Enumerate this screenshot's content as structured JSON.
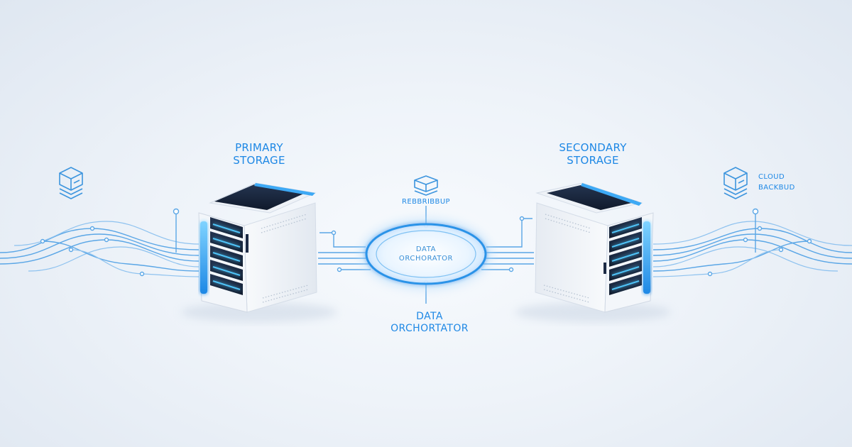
{
  "nodes": {
    "primary_storage": {
      "line1": "PRIMARY",
      "line2": "STORAGE"
    },
    "secondary_storage": {
      "line1": "SECONDARY",
      "line2": "STORAGE"
    },
    "orchestrator_ring": {
      "line1": "DATA",
      "line2": "ORCHORATOR"
    },
    "orchestrator_caption": {
      "line1": "DATA",
      "line2": "ORCHORTATOR"
    },
    "replication_label": "REBBRIBBUP",
    "cloud_backup": {
      "line1": "CLOUD",
      "line2": "BACKBUD"
    }
  },
  "icons": {
    "left_box": "box-stack-icon",
    "center_box": "box-stack-icon",
    "right_box": "box-stack-icon",
    "primary_server": "server-rack-icon",
    "secondary_server": "server-rack-icon"
  },
  "colors": {
    "accent": "#1e88e5",
    "glow": "#4fc3f7",
    "server_body": "#f4f6f9",
    "server_dark": "#1c2a44"
  }
}
